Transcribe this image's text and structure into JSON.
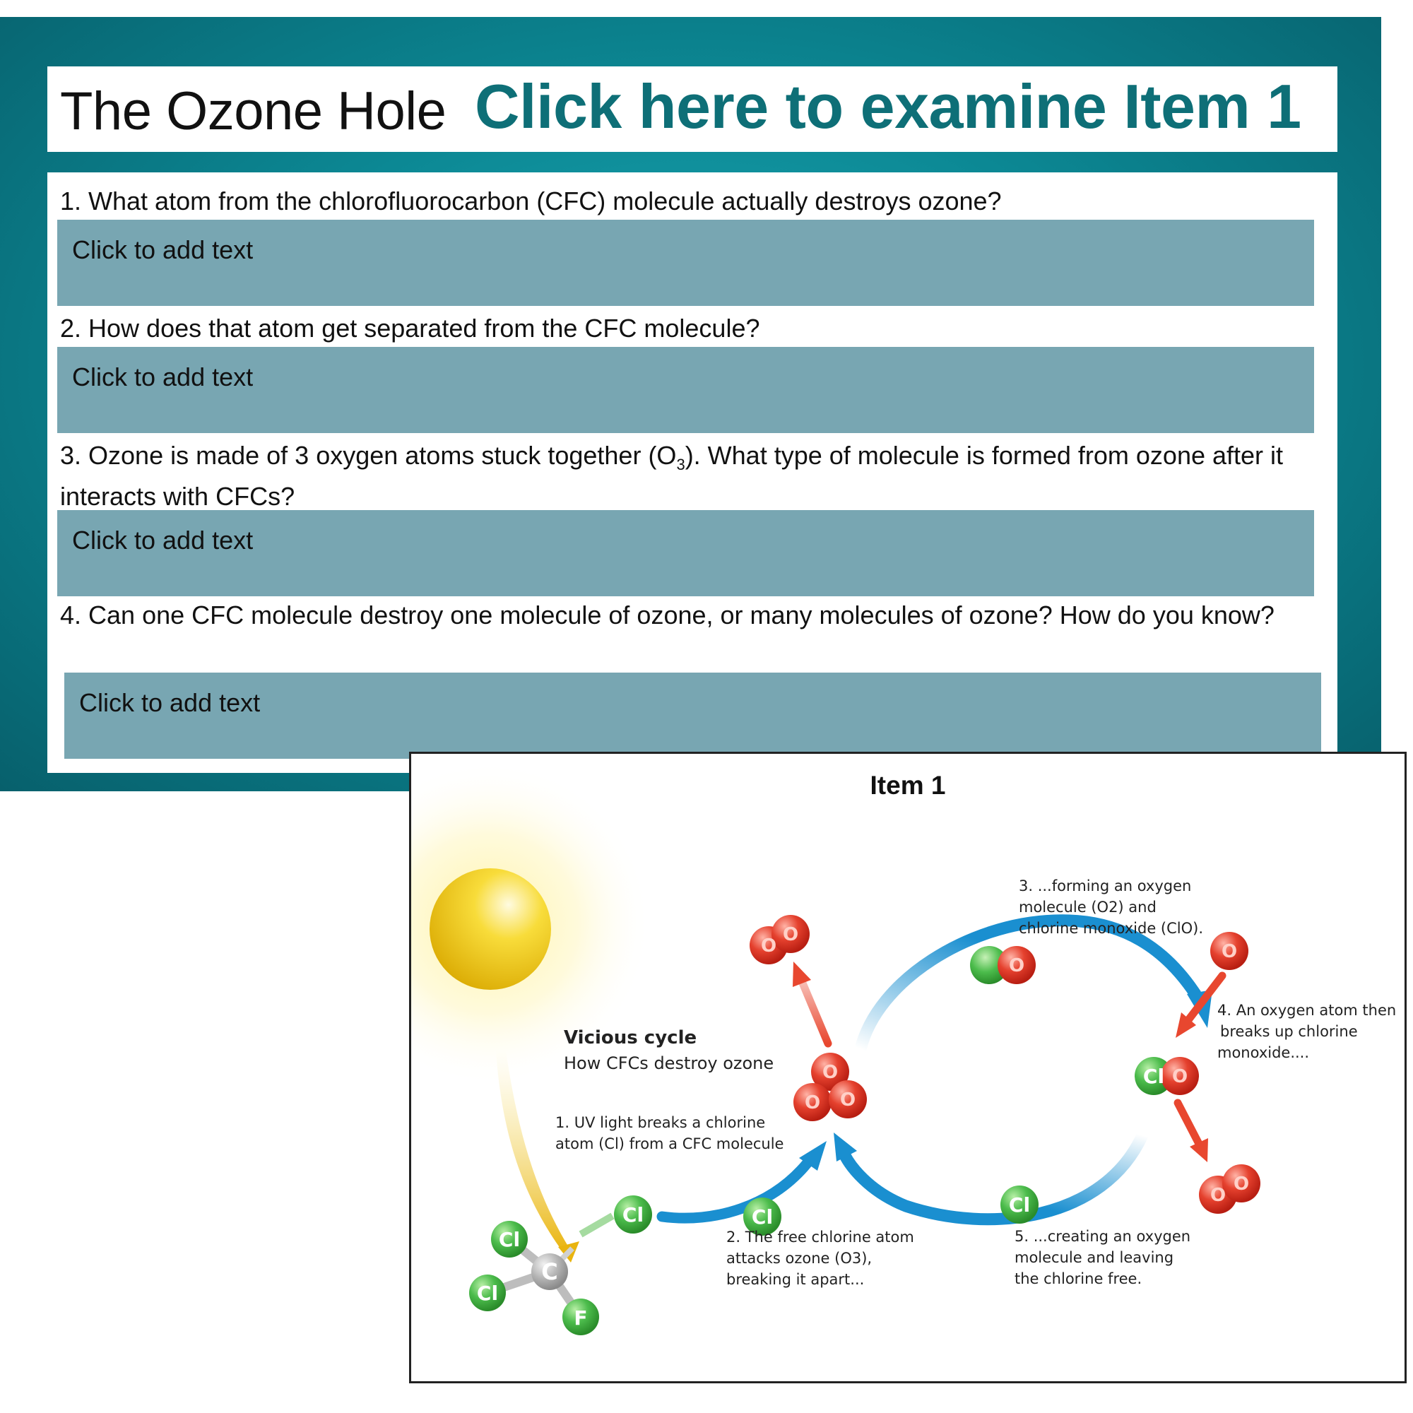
{
  "slide": {
    "title": "The Ozone Hole",
    "item_link": "Click here to examine Item 1",
    "accent_color": "#0e6f77",
    "answer_box_color": "#78a6b2"
  },
  "questions": [
    {
      "text": "1. What atom from the chlorofluorocarbon (CFC) molecule actually destroys ozone?",
      "answer_placeholder": "Click to add text"
    },
    {
      "text": "2. How does that atom get separated from the CFC molecule?",
      "answer_placeholder": "Click to add text"
    },
    {
      "text_before": "3. Ozone is made of 3 oxygen atoms stuck together (O",
      "subscript": "3",
      "text_after": "). What type of molecule is formed from ozone after it interacts with CFCs?",
      "answer_placeholder": "Click to add text"
    },
    {
      "text": "4. Can one CFC molecule destroy one molecule of ozone, or many molecules of ozone? How do you know?",
      "answer_placeholder": "Click to add text"
    }
  ],
  "item1": {
    "title": "Item 1",
    "heading": "Vicious cycle",
    "subheading": "How CFCs destroy ozone",
    "step1": [
      "1. UV light breaks a chlorine",
      "atom (Cl) from a CFC molecule"
    ],
    "step2": [
      "2. The free chlorine atom",
      "attacks ozone (O3),",
      "breaking it apart..."
    ],
    "step3": [
      "3. ...forming an oxygen",
      "molecule (O2) and",
      "chlorine monoxide (ClO)."
    ],
    "step4": [
      "4. An oxygen atom then",
      "breaks up chlorine",
      "monoxide...."
    ],
    "step5": [
      "5. ...creating an oxygen",
      "molecule and leaving",
      "the chlorine free."
    ],
    "atom_labels": {
      "chlorine": "Cl",
      "oxygen": "O",
      "carbon": "C",
      "fluorine": "F"
    },
    "colors": {
      "chlorine": "#3fae3f",
      "oxygen": "#e0392a",
      "carbon": "#a9a9a9",
      "arrow_blue": "#1a8fd0",
      "arrow_red": "#e8472f",
      "sun": "#f4cf1c"
    }
  }
}
